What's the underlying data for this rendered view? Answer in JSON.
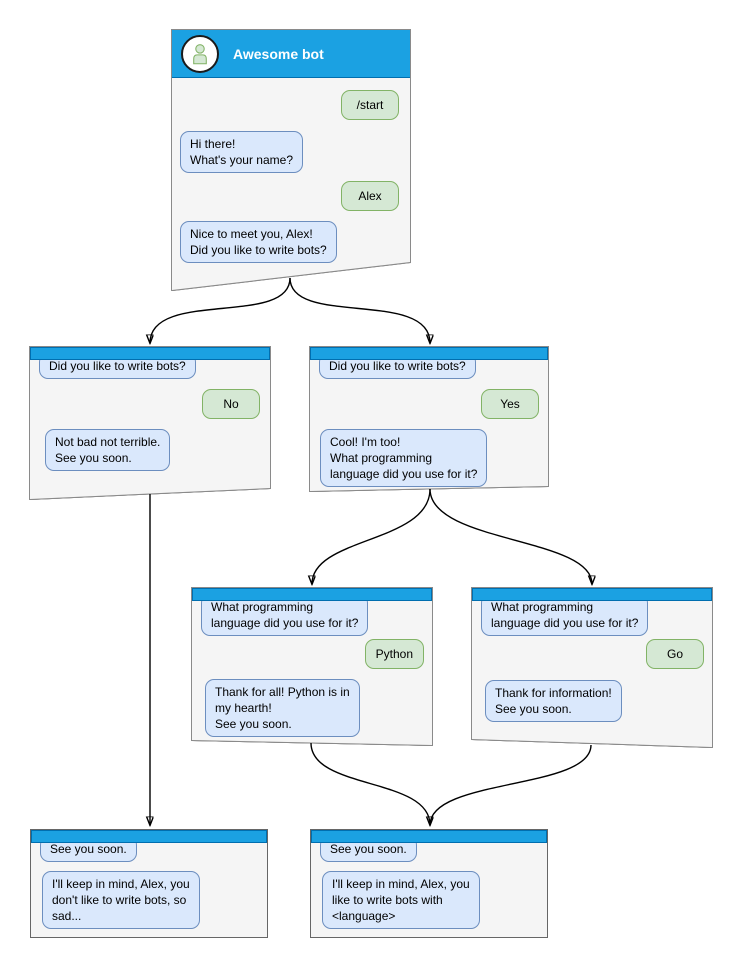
{
  "colors": {
    "titlebar-blue": "#1BA1E2",
    "titlebar-blue-border": "#006EAF",
    "window-fill": "#F5F5F5",
    "window-border": "#666666",
    "bot-bubble-fill": "#DAE8FC",
    "bot-bubble-border": "#6C8EBF",
    "user-bubble-fill": "#D5E8D4",
    "user-bubble-border": "#82B366",
    "header-title-color": "#FFFFFF",
    "arrow-color": "#000000"
  },
  "icons": {
    "avatar": "person-icon"
  },
  "main_window": {
    "title": "Awesome bot",
    "messages": {
      "user_start": "/start",
      "bot_greeting": "Hi there!\nWhat's your name?",
      "user_name": "Alex",
      "bot_question": "Nice to meet you, Alex!\nDid you like to write bots?"
    }
  },
  "branch_no": {
    "context": "Did you like to write bots?",
    "user_answer": "No",
    "bot_reply": "Not bad not terrible.\nSee you soon."
  },
  "branch_yes": {
    "context": "Did you like to write bots?",
    "user_answer": "Yes",
    "bot_reply": "Cool! I'm too!\nWhat programming\nlanguage did you use for it?"
  },
  "branch_python": {
    "context": "What programming\nlanguage did you use for it?",
    "user_answer": "Python",
    "bot_reply": "Thank for all! Python is in\nmy hearth!\nSee you soon."
  },
  "branch_go": {
    "context": "What programming\nlanguage did you use for it?",
    "user_answer": "Go",
    "bot_reply": "Thank for information!\nSee you soon."
  },
  "end_no": {
    "context": "See you soon.",
    "bot_reply": "I'll keep in mind, Alex, you\ndon't like to write bots, so\nsad..."
  },
  "end_yes": {
    "context": "See you soon.",
    "bot_reply": "I'll keep in mind, Alex, you\nlike to write bots with\n<language>"
  }
}
